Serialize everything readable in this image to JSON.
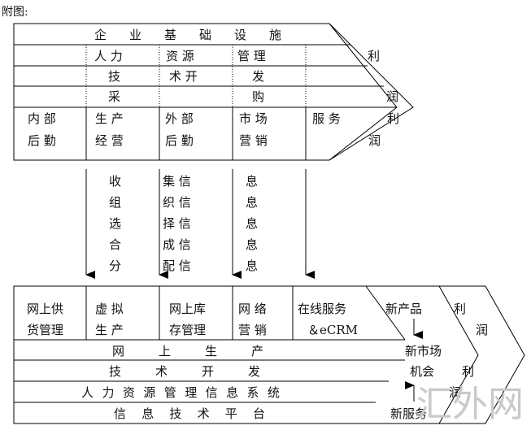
{
  "caption": "附图:",
  "top_chain": {
    "support_rows": [
      "企 业 基 础 设 施",
      "人 力 资 源 管 理",
      "技 术 开 发",
      "采 购"
    ],
    "support_row2_parts": [
      "人  力",
      "资  源",
      "管  理"
    ],
    "support_row3_parts": [
      "技",
      "术  开",
      "发"
    ],
    "support_row4_parts": [
      "采",
      "购"
    ],
    "primary": [
      [
        "内 部",
        "后 勤"
      ],
      [
        "生 产",
        "经 营"
      ],
      [
        "外 部",
        "后 勤"
      ],
      [
        "市 场",
        "营 销"
      ],
      [
        "服 务"
      ]
    ],
    "margin_chars": [
      "利",
      "润",
      "利",
      "润"
    ]
  },
  "middle_columns": [
    [
      "收",
      "组",
      "选",
      "合",
      "分"
    ],
    [
      "集 信",
      "织 信",
      "择 信",
      "成 信",
      "配 信"
    ],
    [
      "息",
      "息",
      "息",
      "息",
      "息"
    ]
  ],
  "bottom_chain": {
    "primary": [
      [
        "网上供",
        "货管理"
      ],
      [
        "虚 拟",
        "生 产"
      ],
      [
        "网上库",
        "存管理"
      ],
      [
        "网 络",
        "营 销"
      ],
      [
        "在线服务",
        "＆eCRM"
      ]
    ],
    "support_rows": [
      "网 上 生 产",
      "技 术 开 发",
      "人力资源管理信息系统",
      "信 息 技 术 平 台"
    ],
    "new_product": "新产品",
    "new_market": [
      "新市场",
      "机会"
    ],
    "new_service": "新服务",
    "margin_chars": [
      "利",
      "润",
      "利",
      "润"
    ]
  },
  "watermark": "汇外网"
}
